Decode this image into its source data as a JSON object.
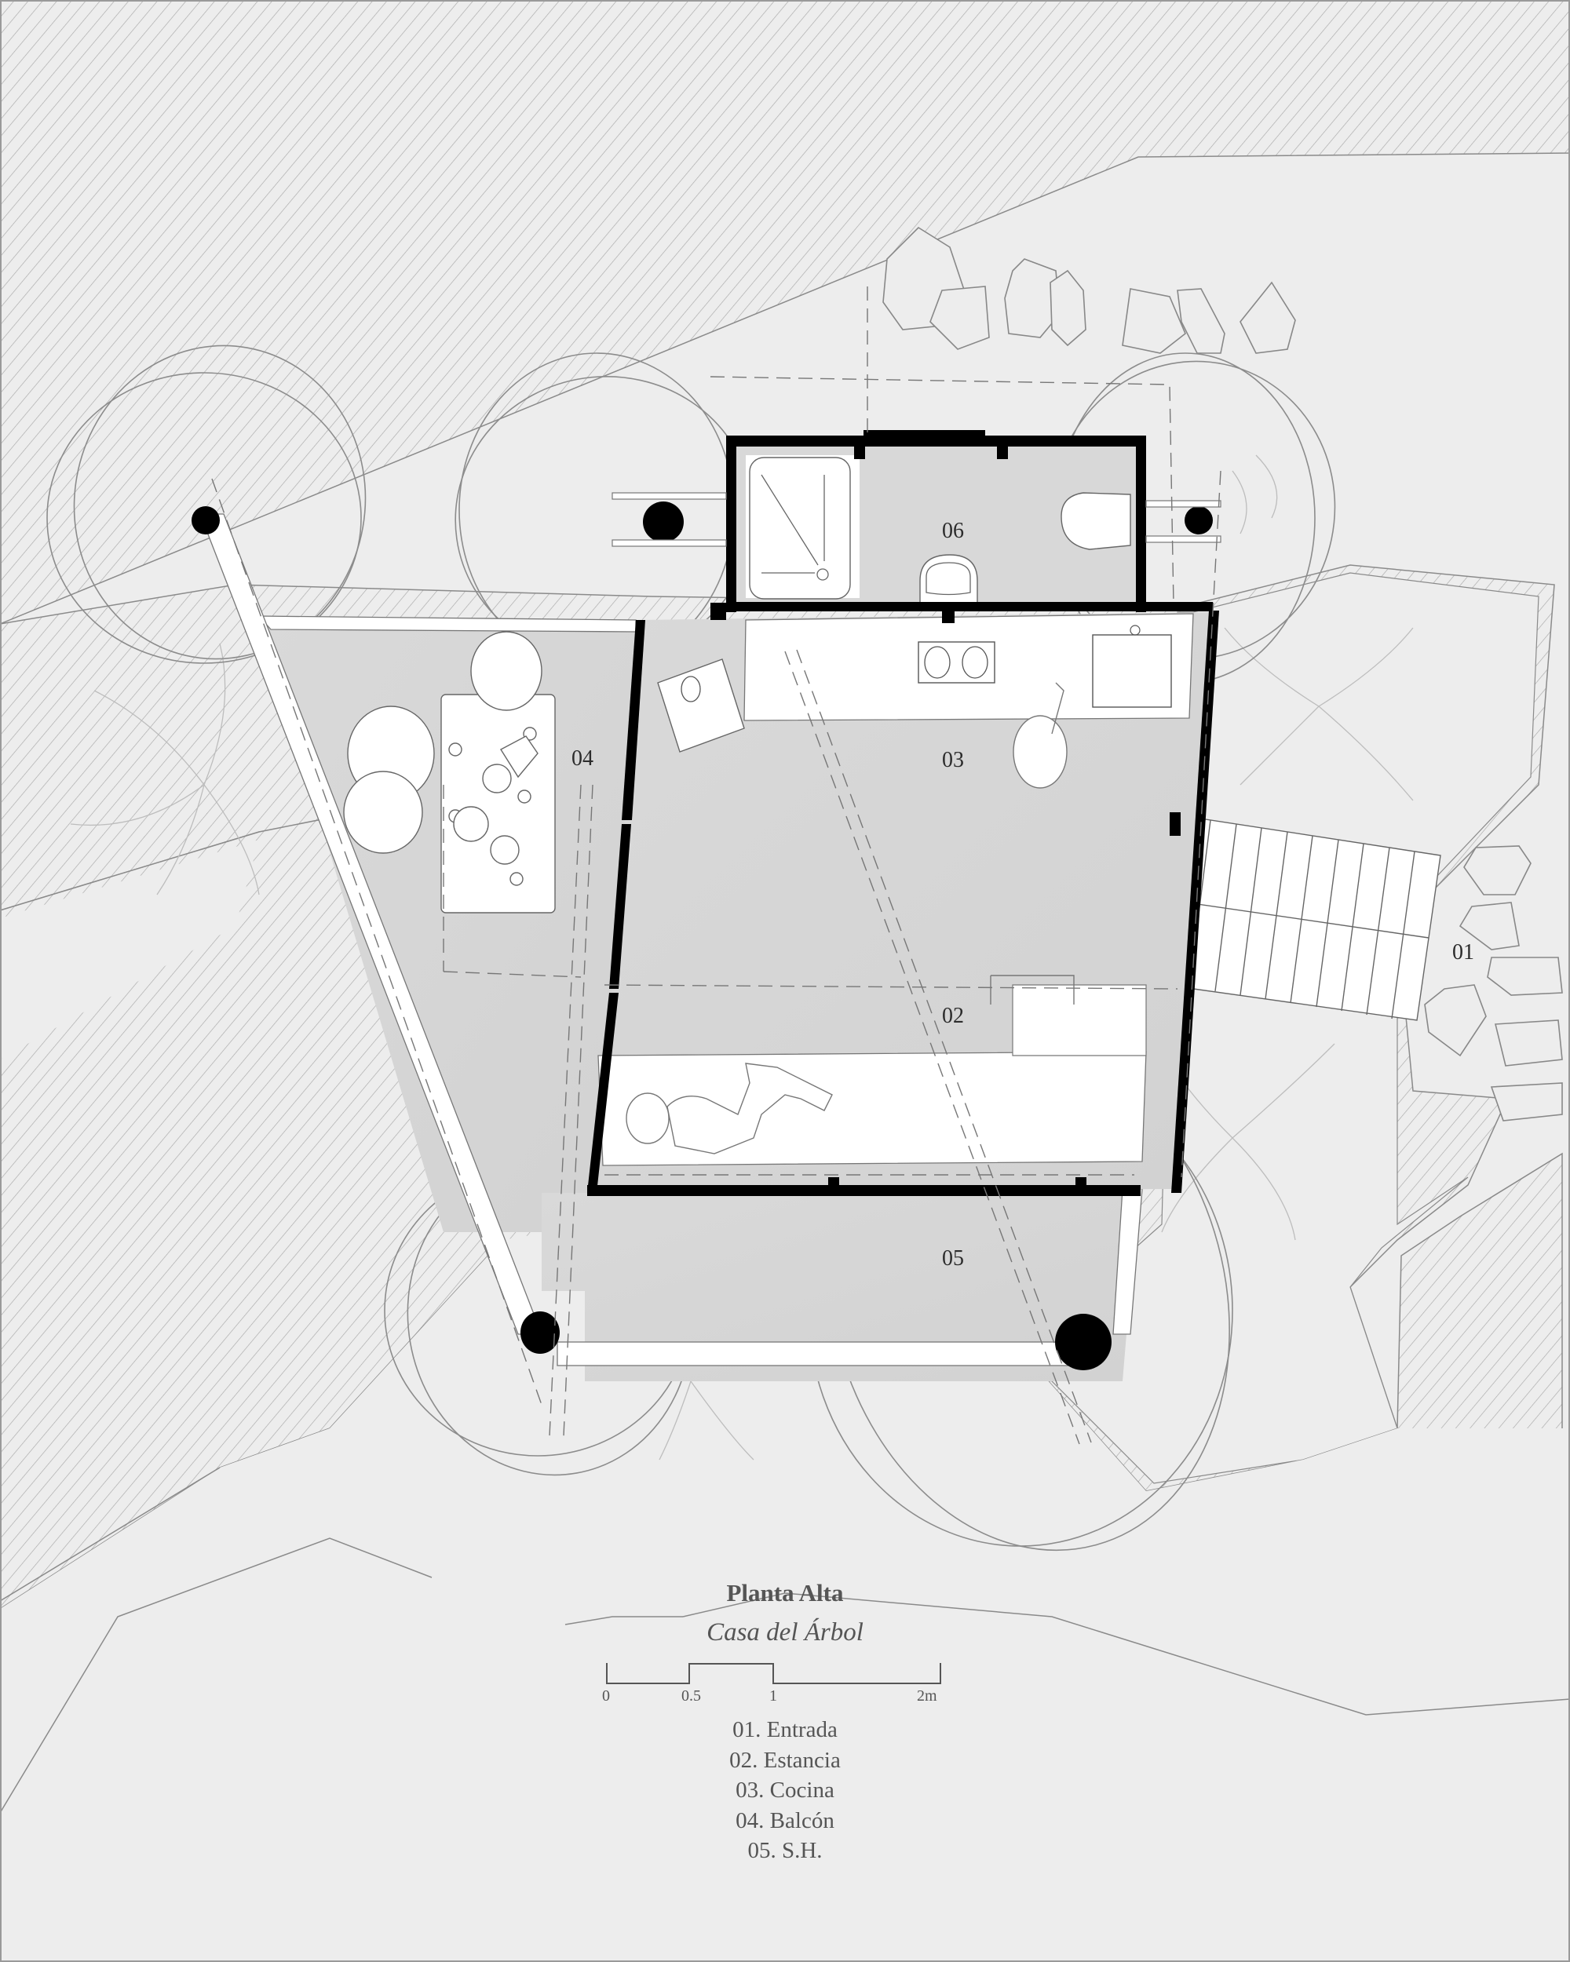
{
  "drawing": {
    "title": "Planta Alta",
    "subtitle": "Casa del Árbol",
    "scale_bar": {
      "ticks": [
        "0",
        "0.5",
        "1",
        "2m"
      ]
    },
    "legend": [
      "01. Entrada",
      "02. Estancia",
      "03. Cocina",
      "04. Balcón",
      "05. S.H."
    ],
    "room_labels": {
      "r01": "01",
      "r02": "02",
      "r03": "03",
      "r04": "04",
      "r05": "05",
      "r06": "06"
    },
    "colors": {
      "background": "#ededed",
      "wall": "#000000",
      "floor": "#d6d6d6",
      "furniture": "#ffffff",
      "line": "#777777",
      "hatch": "#aaaaaa",
      "text": "#555555"
    }
  }
}
